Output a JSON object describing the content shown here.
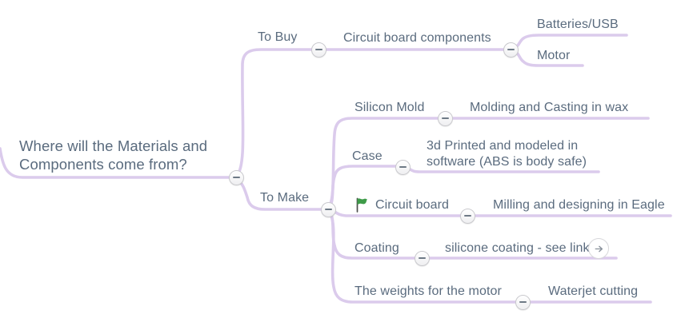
{
  "app": {
    "view": "mind-map"
  },
  "colors": {
    "connector": "#dbcbec",
    "text": "#5a6b7e",
    "flag_green": "#3e9b49",
    "button_icon_gray": "#6e7a86"
  },
  "icons": {
    "collapse": "minus-icon",
    "task_flag": "green-flag-icon",
    "external_link": "arrow-right-icon"
  },
  "nodes": {
    "root": "Where will the Materials and Components come from?",
    "to_buy": "To Buy",
    "circuit_components": "Circuit board components",
    "batteries": "Batteries/USB",
    "motor": "Motor",
    "to_make": "To Make",
    "silicon_mold": "Silicon Mold",
    "molding": "Molding and Casting in wax",
    "case": "Case",
    "printed": "3d Printed and modeled in software (ABS is body safe)",
    "circuit_board": "Circuit board",
    "milling": "Milling and designing in Eagle",
    "coating": "Coating",
    "silicone": "silicone coating - see link",
    "weights": "The weights for the motor",
    "waterjet": "Waterjet cutting"
  }
}
